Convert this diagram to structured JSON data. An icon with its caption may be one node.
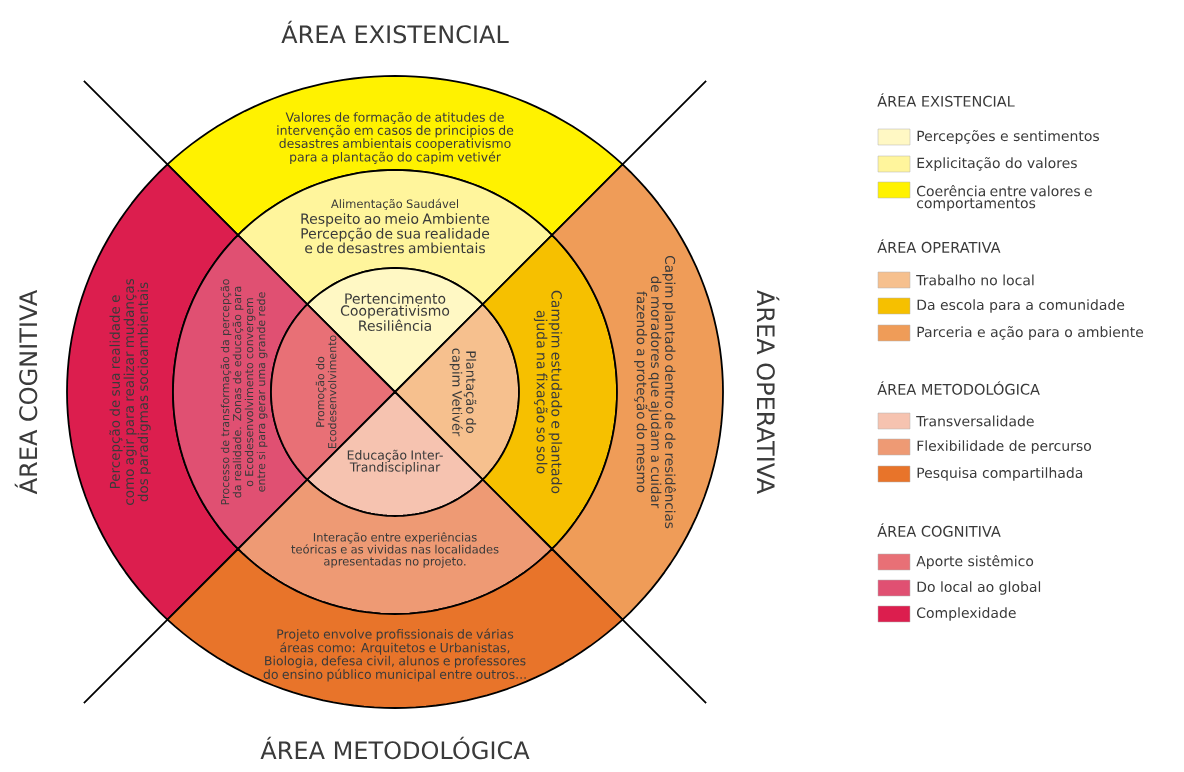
{
  "diagram": {
    "nodes": [
      {
        "text": [
          "Valores de formação de atitudes de intervenção em casos de principios de desastres ambientais cooperativismo para a plantação do capim vetivér"
        ]
      },
      {
        "text": [
          "Alimentação Saudável",
          "Respeito ao meio Ambiente Percepção de sua realidade e de desastres ambientais"
        ]
      },
      {
        "text": [
          "Pertencimento Cooperativismo Resiliência"
        ]
      },
      {
        "text": [
          "Percepção de sua realidade e como agir para realizar mudanças dos paradigmas socioambientais"
        ]
      },
      {
        "text": [
          "Processo de transformação da percepção da realidade. Zonas de educação para o Ecodesenvolvimento convergem entre si para gerar uma grande rede"
        ]
      },
      {
        "text": [
          "Promoção do Ecodesenvolvimento"
        ]
      },
      {
        "text": [
          "Plantação do capim Vetivér"
        ]
      },
      {
        "text": [
          "Campim estudado e plantado ajuda na fixação so solo"
        ]
      },
      {
        "text": [
          "Capim plantado dentro de de residências de moradores que ajudam a cuidar fazendo a proteção do mesmo"
        ]
      },
      {
        "text": [
          "Educação Inter-Trandisciplinar"
        ]
      },
      {
        "text": [
          "Interação entre experiências teóricas e as vividas nas localidades apresentadas no projeto."
        ]
      },
      {
        "text": [
          "Projeto envolve profissionais de várias áreas como: Arquitetos e Urbanistas, Biologia, defesa civil, alunos e professores do ensino público municipal entre outros..."
        ]
      }
    ],
    "labels": [
      "ÁREA EXISTENCIAL",
      "ÁREA COGNITIVA",
      "ÁREA OPERATIVA",
      "ÁREA METODOLÓGICA",
      "ÁREA EXISTENCIAL",
      "ÁREA OPERATIVA",
      "ÁREA METODOLÓGICA",
      "ÁREA COGNITIVA"
    ],
    "legend": [
      {
        "text": "Percepções e sentimentos",
        "color": "#fff8c4"
      },
      {
        "text": "Explicitação do valores",
        "color": "#fff59c"
      },
      {
        "text": "Coerência entre valores e comportamentos",
        "color": "#fff200"
      },
      {
        "text": "Trabalho no local",
        "color": "#f6c08e"
      },
      {
        "text": "Da escola para a comunidade",
        "color": "#f6c000"
      },
      {
        "text": "Parceria e ação para o ambiente",
        "color": "#ef9c58"
      },
      {
        "text": "Transversalidade",
        "color": "#f6c3b0"
      },
      {
        "text": "Flexibilidade de percurso",
        "color": "#ee9a74"
      },
      {
        "text": "Pesquisa compartilhada",
        "color": "#e8742a"
      },
      {
        "text": "Aporte sistêmico",
        "color": "#e87076"
      },
      {
        "text": "Do local ao global",
        "color": "#e05072"
      },
      {
        "text": "Complexidade",
        "color": "#dc1e4e"
      }
    ]
  }
}
